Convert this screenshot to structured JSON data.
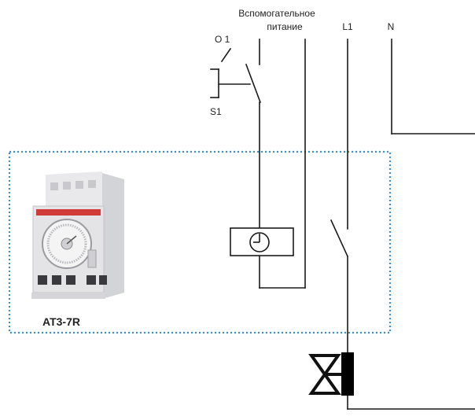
{
  "labels": {
    "aux_power_line1": "Вспомогательное",
    "aux_power_line2": "питание",
    "live": "L1",
    "neutral": "N",
    "switch_positions": "O 1",
    "switch_name": "S1",
    "device_model": "AT3-7R"
  },
  "colors": {
    "wire": "#1a1a1a",
    "zone_border": "#3a8fc8",
    "device_body": "#e4e4e6",
    "device_red_stripe": "#d23a3a",
    "actuator_fill": "#000000"
  },
  "icons": {
    "timer_symbol": "clock-in-rectangle",
    "valve_symbol": "bowtie-valve",
    "device_image": "din-rail-time-switch"
  }
}
